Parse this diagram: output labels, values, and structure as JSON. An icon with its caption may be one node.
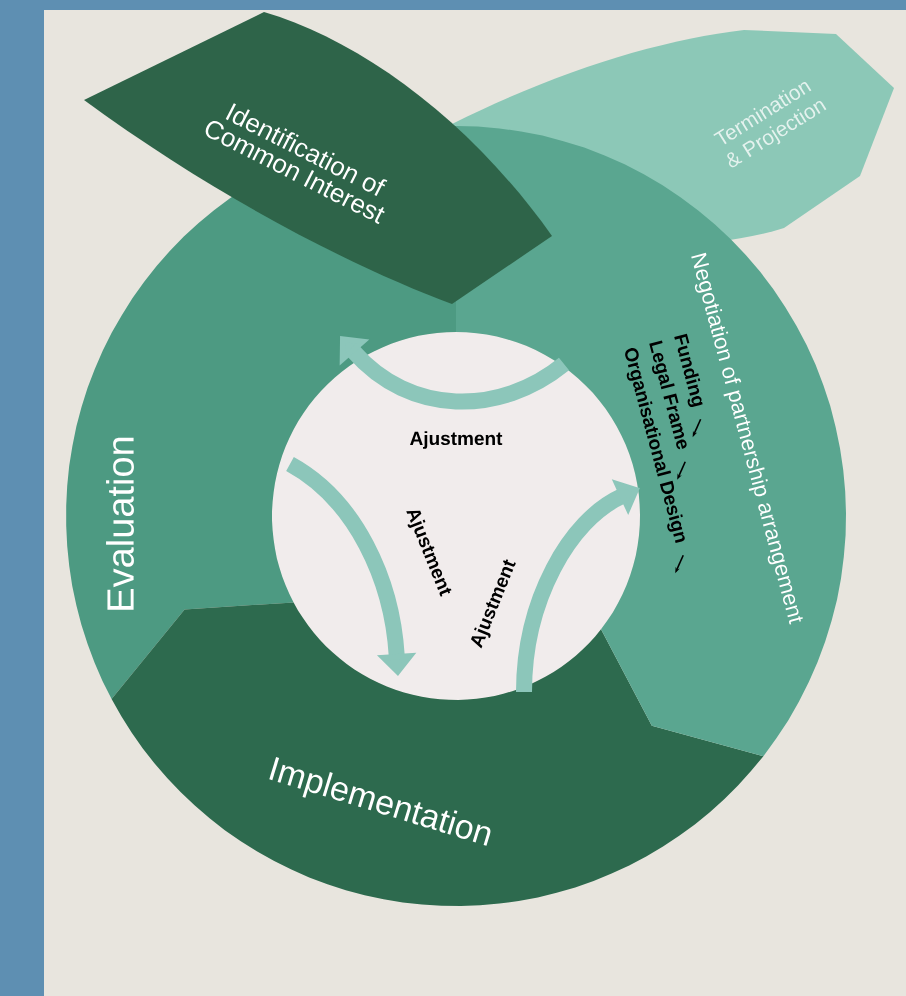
{
  "diagram": {
    "nodes": [
      {
        "text": [
          "Identification of Common Interest"
        ]
      },
      {
        "text": [
          "Termination & Projection"
        ]
      },
      {
        "text": [
          "Negotiation of partnership arrangement",
          "Funding",
          "Legal Frame",
          "Organisational Design"
        ]
      },
      {
        "text": [
          "Implementation"
        ]
      },
      {
        "text": [
          "Evaluation"
        ]
      }
    ],
    "edges": [
      {
        "from": 2,
        "to": 4,
        "arrow": "to",
        "label": "Ajustment"
      },
      {
        "from": 4,
        "to": 3,
        "arrow": "to",
        "label": "Ajustment"
      },
      {
        "from": 3,
        "to": 2,
        "arrow": "to",
        "label": "Ajustment"
      }
    ]
  }
}
